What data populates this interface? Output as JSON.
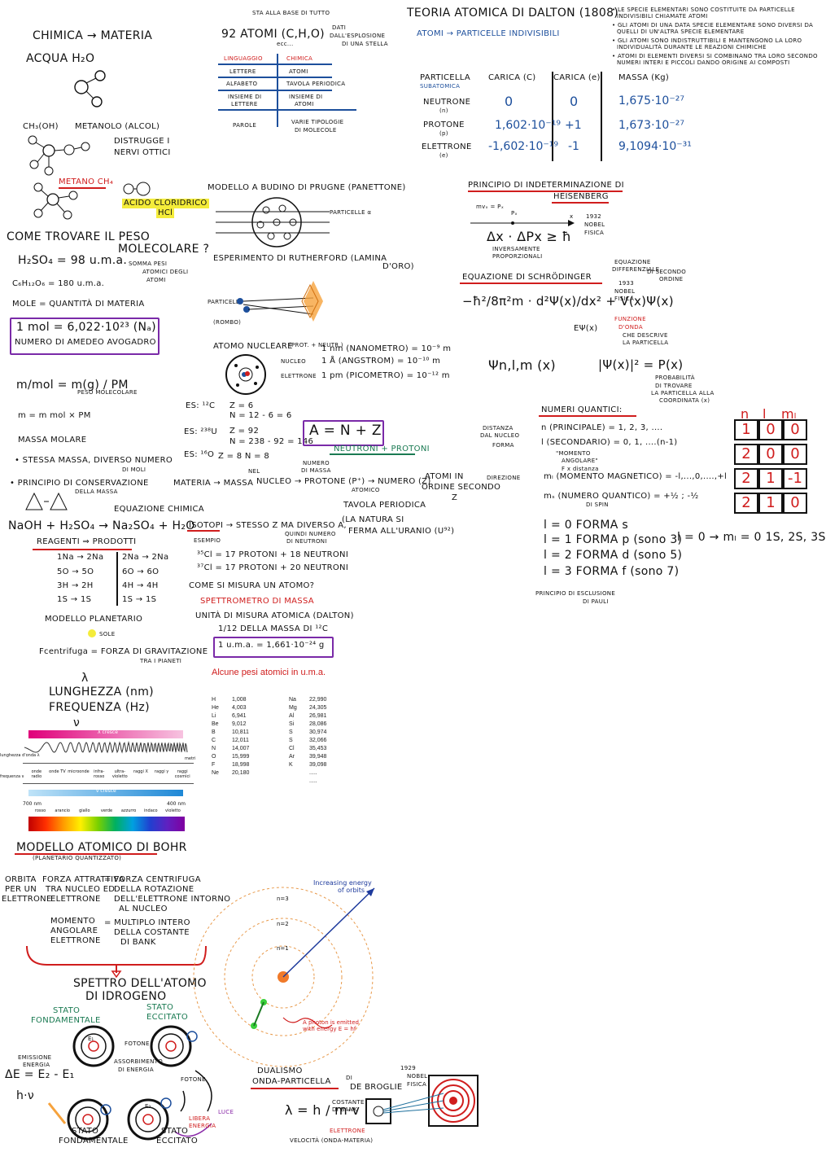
{
  "col1": {
    "chimica": "CHIMICA → MATERIA",
    "acqua": "ACQUA H₂O",
    "metanolo_formula": "CH₃(OH)",
    "metanolo": "METANOLO (ALCOL)",
    "distrugge": "DISTRUGGE I",
    "nervi": "NERVI OTTICI",
    "metano": "METANO CH₄",
    "acido": "ACIDO CLORIDRICO",
    "hcl": "HCl",
    "come_trovare": "COME TROVARE IL PESO",
    "molecolare": "MOLECOLARE ?",
    "h2so4": "H₂SO₄ = 98 u.m.a.",
    "somma": "SOMMA PESI",
    "atomici": "ATOMICI DEGLI",
    "atomi": "ATOMI",
    "glucosio": "C₆H₁₂O₆ = 180 u.m.a.",
    "mole": "MOLE = QUANTITÀ DI MATERIA",
    "mol_eq": "1 mol = 6,022·10²³ (Nₐ)",
    "avogadro": "NUMERO DI AMEDEO AVOGADRO",
    "m_mol": "m/mol = m(g) / PM",
    "peso_mol": "PESO MOLECOLARE",
    "m_eq": "m = m mol × PM",
    "massa_molare": "MASSA MOLARE",
    "stessa": "• STESSA MASSA, DIVERSO NUMERO",
    "di_moli": "DI MOLI",
    "principio": "• PRINCIPIO DI CONSERVAZIONE",
    "della_massa": "DELLA MASSA",
    "eq_chimica": "EQUAZIONE CHIMICA",
    "reazione": "NaOH + H₂SO₄ → Na₂SO₄ + H₂O",
    "reagenti": "REAGENTI ⇒ PRODOTTI",
    "r1a": "1Na → 2Na",
    "r1b": "2Na → 2Na",
    "r2a": "5O → 5O",
    "r2b": "6O → 6O",
    "r3a": "3H → 2H",
    "r3b": "4H → 4H",
    "r4a": "1S → 1S",
    "r4b": "1S → 1S",
    "planetario": "MODELLO PLANETARIO",
    "sole": "SOLE",
    "fcentrifuga": "Fcentrifuga = FORZA DI GRAVITAZIONE",
    "tra_pianeti": "TRA I PIANETI",
    "lambda": "λ",
    "lunghezza": "LUNGHEZZA (nm)",
    "frequenza": "FREQUENZA (Hz)",
    "nu": "ν"
  },
  "col2": {
    "sta_base": "STA ALLA BASE DI TUTTO",
    "atomi92": "92 ATOMI (C,H,O)",
    "ecc": "ecc...",
    "dati": "DATI",
    "dall": "DALL'ESPLOSIONE",
    "stella": "DI UNA STELLA",
    "tab_h1": "LINGUAGGIO",
    "tab_h2": "CHIMICA",
    "tab_r1a": "LETTERE",
    "tab_r1b": "ATOMI",
    "tab_r2a": "ALFABETO",
    "tab_r2b": "TAVOLA PERIODICA",
    "tab_r3a": "INSIEME DI",
    "tab_r3a2": "LETTERE",
    "tab_r3b": "INSIEME DI",
    "tab_r3b2": "ATOMI",
    "tab_r4a": "PAROLE",
    "tab_r4b": "VARIE TIPOLOGIE",
    "tab_r4b2": "DI MOLECOLE",
    "budino": "MODELLO A BUDINO DI PRUGNE (PANETTONE)",
    "alfa": "PARTICELLE α",
    "rutherford": "ESPERIMENTO DI RUTHERFORD (LAMINA",
    "oro": "D'ORO)",
    "particelle": "PARTICELLE",
    "rombo": "(ROMBO)",
    "atomo_nucleare": "ATOMO NUCLEARE",
    "prot": "(PROT. + NEUTR.)",
    "nucleo": "NUCLEO",
    "elettrone": "ELETTRONE",
    "nm": "1 nm (NANOMETRO) = 10⁻⁹ m",
    "ang": "1 Å (ANGSTROM) = 10⁻¹⁰ m",
    "pm": "1 pm (PICOMETRO) = 10⁻¹² m",
    "es1": "ES: ¹²C",
    "es1a": "Z = 6",
    "es1b": "N = 12 - 6 = 6",
    "es2": "ES: ²³⁸U",
    "es2a": "Z = 92",
    "es2b": "N = 238 - 92 = 146",
    "es3": "ES: ¹⁶O",
    "es3a": "Z = 8  N = 8",
    "anz": "A = N + Z",
    "neutroni": "NEUTRONI + PROTONI",
    "numero_massa": "NUMERO",
    "di_massa": "DI MASSA",
    "materia": "MATERIA → MASSA",
    "nel": "NEL",
    "nucleo2": "NUCLEO → PROTONE (P⁺) → NUMERO (Z)",
    "atomico": "ATOMICO",
    "atomi_in": "ATOMI IN",
    "ordine": "ORDINE SECONDO",
    "z": "Z",
    "tavola": "TAVOLA PERIODICA",
    "natura": "(LA NATURA SI",
    "ferma": "FERMA ALL'URANIO (U⁹²)",
    "isotopi": "ISOTOPI → STESSO Z MA DIVERSO A,",
    "quindi": "QUINDI NUMERO",
    "di_neutroni": "DI NEUTRONI",
    "esempio": "ESEMPIO",
    "cl35": "³⁵Cl = 17 PROTONI + 18 NEUTRONI",
    "cl37": "³⁷Cl = 17 PROTONI + 20 NEUTRONI",
    "come_misura": "COME SI MISURA UN ATOMO?",
    "spettrometro": "SPETTROMETRO DI MASSA",
    "unita": "UNITÀ DI MISURA ATOMICA (DALTON)",
    "dodicesimo": "1/12 DELLA MASSA DI ¹²C",
    "uma": "1 u.m.a. = 1,661·10⁻²⁴ g",
    "pesi_title": "Alcune pesi atomici in u.m.a.",
    "pesi_left": [
      [
        "H",
        "1,008"
      ],
      [
        "He",
        "4,003"
      ],
      [
        "Li",
        "6,941"
      ],
      [
        "Be",
        "9,012"
      ],
      [
        "B",
        "10,811"
      ],
      [
        "C",
        "12,011"
      ],
      [
        "N",
        "14,007"
      ],
      [
        "O",
        "15,999"
      ],
      [
        "F",
        "18,998"
      ],
      [
        "Ne",
        "20,180"
      ]
    ],
    "pesi_right": [
      [
        "Na",
        "22,990"
      ],
      [
        "Mg",
        "24,305"
      ],
      [
        "Al",
        "26,981"
      ],
      [
        "Si",
        "28,086"
      ],
      [
        "S",
        "30,974"
      ],
      [
        "S",
        "32,066"
      ],
      [
        "Cl",
        "35,453"
      ],
      [
        "Ar",
        "39,948"
      ],
      [
        "K",
        "39,098"
      ],
      [
        "",
        ".....",
        ""
      ],
      [
        "",
        ".....",
        ""
      ]
    ]
  },
  "col3": {
    "dalton": "TEORIA ATOMICA DI DALTON (1808)",
    "atomi_part": "ATOMI → PARTICELLE INDIVISIBILI",
    "d1": "• LE SPECIE ELEMENTARI SONO COSTITUITE DA PARTICELLE",
    "d1b": "INDIVISIBILI CHIAMATE ATOMI",
    "d2": "• GLI ATOMI DI UNA DATA SPECIE ELEMENTARE SONO DIVERSI DA",
    "d2b": "QUELLI DI UN'ALTRA SPECIE ELEMENTARE",
    "d3": "• GLI ATOMI SONO INDISTRUTTIBILI E MANTENGONO LA LORO",
    "d3b": "INDIVIDUALITÀ DURANTE LE REAZIONI CHIMICHE",
    "d4": "• ATOMI DI ELEMENTI DIVERSI SI COMBINANO TRA LORO SECONDO",
    "d4b": "NUMERI INTERI E PICCOLI DANDO ORIGINE AI COMPOSTI",
    "particella": "PARTICELLA",
    "subatomica": "SUBATOMICA",
    "carica_c": "CARICA (C)",
    "carica_e": "CARICA (e)",
    "massa_kg": "MASSA (Kg)",
    "neutrone": "NEUTRONE",
    "neutrone_s": "(n)",
    "protone": "PROTONE",
    "protone_s": "(p)",
    "elettrone": "ELETTRONE",
    "elettrone_s": "(e)",
    "n_c": "0",
    "n_e": "0",
    "n_m": "1,675·10⁻²⁷",
    "p_c": "1,602·10⁻¹⁹",
    "p_e": "+1",
    "p_m": "1,673·10⁻²⁷",
    "e_c": "-1,602·10⁻¹⁹",
    "e_e": "-1",
    "e_m": "9,1094·10⁻³¹",
    "heisenberg": "PRINCIPIO DI INDETERMINAZIONE DI",
    "heisenberg2": "HEISENBERG",
    "mvx": "mvₓ = Pₓ",
    "px": "Pₓ",
    "x": "x",
    "nobel1932": "1932",
    "nobel1932b": "NOBEL",
    "nobel1932c": "FISICA",
    "delta": "Δx · ΔPx ≥ ħ",
    "inversamente": "INVERSAMENTE",
    "proporzionali": "PROPORZIONALI",
    "schrodinger": "EQUAZIONE DI SCHRÖDINGER",
    "eq_diff": "EQUAZIONE",
    "eq_diff2": "DIFFERENZIALE",
    "eq_diff3": "DI SECONDO",
    "eq_diff4": "ORDINE",
    "s1933": "1933",
    "s1933b": "NOBEL",
    "s1933c": "FISICA",
    "schro_eq": "−ħ²/8π²m · d²Ψ(x)/dx² + V(x)Ψ(x)",
    "epsi": "EΨ(x)",
    "funzione": "FUNZIONE",
    "donda": "D'ONDA",
    "che_descrive": "CHE DESCRIVE",
    "la_particella": "LA PARTICELLA",
    "psi_nlm": "Ψn,l,m (x)",
    "psi_sq": "|Ψ(x)|² = P(x)",
    "probabilita": "PROBABILITÀ",
    "di_trovare": "DI TROVARE",
    "la_part": "LA PARTICELLA ALLA",
    "coord": "COORDINATA (x)",
    "numeri_q": "NUMERI QUANTICI:",
    "distanza": "DISTANZA",
    "dal_nucleo": "DAL NUCLEO",
    "forma": "FORMA",
    "n_princ": "n (PRINCIPALE) = 1, 2, 3, ....",
    "l_sec": "l (SECONDARIO) = 0, 1, ....(n-1)",
    "momento": "\"MOMENTO",
    "angolare": "ANGOLARE\"",
    "fx": "F x distanza",
    "direzione": "DIREZIONE",
    "ml": "mₗ (MOMENTO MAGNETICO) = -l,...,0,....,+l",
    "ms": "mₛ (NUMERO QUANTICO) = +½ ; -½",
    "di_spin": "DI SPIN",
    "l0": "l = 0  FORMA s",
    "l1": "l = 1  FORMA p (sono 3)",
    "l2": "l = 2  FORMA d (sono 5)",
    "l3": "l = 3  FORMA f (sono 7)",
    "l0m": "l = 0 → mₗ = 0  1S, 2S, 3S",
    "pauli": "PRINCIPIO DI ESCLUSIONE",
    "pauli2": "DI PAULI",
    "grid_head": [
      "n",
      "l",
      "mₗ"
    ],
    "grid": [
      [
        "1",
        "0",
        "0"
      ],
      [
        "2",
        "0",
        "0"
      ],
      [
        "2",
        "1",
        "-1"
      ],
      [
        "2",
        "1",
        "0"
      ]
    ]
  },
  "bohr": {
    "title": "MODELLO ATOMICO DI BOHR",
    "sub": "(PLANETARIO QUANTIZZATO)",
    "orbita": "ORBITA",
    "per_un": "PER UN",
    "elettrone": "ELETTRONE",
    "forza_att": "FORZA ATTRATTIVA",
    "tra_nucleo": "TRA NUCLEO ED",
    "elettrone2": "ELETTRONE",
    "forza_centr": "= FORZA CENTRIFUGA",
    "della_rot": "DELLA ROTAZIONE",
    "dell_el": "DELL'ELETTRONE INTORNO",
    "al_nucleo": "AL NUCLEO",
    "momento": "MOMENTO",
    "angolare": "ANGOLARE",
    "elettrone3": "ELETTRONE",
    "multiplo": "= MULTIPLO INTERO",
    "della_cost": "DELLA COSTANTE",
    "di_bank": "DI BANK",
    "spettro": "SPETTRO DELL'ATOMO",
    "idrogeno": "DI IDROGENO",
    "stato_f": "STATO",
    "stato_f2": "FONDAMENTALE",
    "stato_e": "STATO",
    "stato_e2": "ECCITATO",
    "fotone": "FOTONE",
    "assorb": "ASSORBIMENTO",
    "di_energia": "DI ENERGIA",
    "emissione": "EMISSIONE",
    "energia": "ENERGIA",
    "delta_e": "ΔE = E₂ - E₁",
    "hv": "h·ν",
    "fotone2": "FOTONE",
    "libera": "LIBERA",
    "energia2": "ENERGIA",
    "luce": "LUCE",
    "stato_f3": "STATO",
    "stato_f4": "FONDAMENTALE",
    "stato_e3": "STATO",
    "stato_e4": "ECCITATO",
    "e1": "E₁",
    "e2": "E₂",
    "increasing": "Increasing energy",
    "of_orbits": "of orbits",
    "n3": "n=3",
    "n2": "n=2",
    "n1": "n=1",
    "photon": "A photon is emitted",
    "photon2": "with energy E = hf",
    "dualismo": "DUALISMO",
    "onda": "ONDA-PARTICELLA",
    "di": "DI",
    "debroglie": "DE BROGLIE",
    "nobel": "1929",
    "nobel2": "NOBEL",
    "nobel3": "FISICA",
    "lambda_eq": "λ = h / m·v",
    "costante": "COSTANTE",
    "di_bank2": "DI BANK",
    "elettrone4": "ELETTRONE",
    "velocita": "VELOCITÀ (ONDA-MATERIA)"
  },
  "spectrum": {
    "lambda_cresce": "λ cresce",
    "nu_cresce": "ν cresce",
    "lunghezza": "lunghezza d'onda λ",
    "frequenza": "frequenza ν",
    "metri": "metri",
    "bands": [
      "onde radio",
      "onde TV",
      "microonde",
      "infra-rosso",
      "ultra-violetto",
      "raggi X",
      "raggi γ",
      "raggi cosmici"
    ],
    "nm700": "700 nm",
    "nm400": "400 nm",
    "colors": [
      "rosso",
      "arancio",
      "giallo",
      "verde",
      "azzurro",
      "indaco",
      "violetto"
    ]
  }
}
